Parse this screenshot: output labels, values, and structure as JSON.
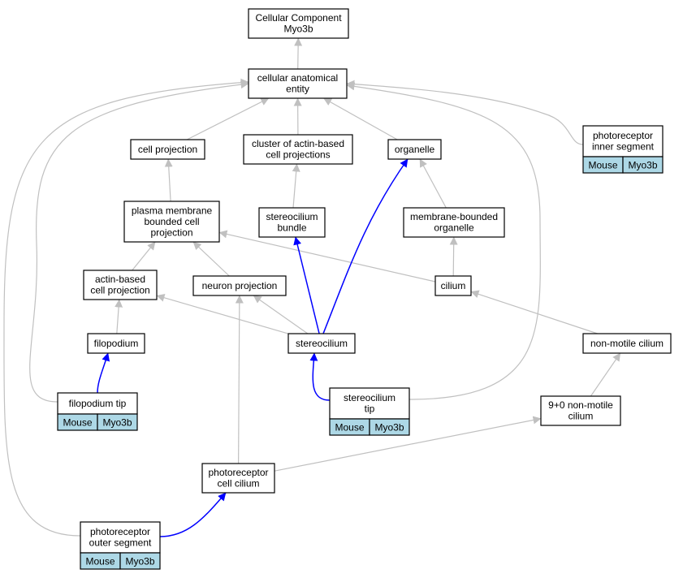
{
  "colors": {
    "edge_default": "#c0c0c0",
    "edge_highlight": "#0000ff",
    "node_fill": "#ffffff",
    "tag_fill": "#add8e6",
    "border": "#000000"
  },
  "nodes": [
    {
      "id": "root",
      "lines": [
        "Cellular Component",
        "Myo3b"
      ]
    },
    {
      "id": "cae",
      "lines": [
        "cellular anatomical",
        "entity"
      ]
    },
    {
      "id": "cellproj",
      "lines": [
        "cell projection"
      ]
    },
    {
      "id": "cluster",
      "lines": [
        "cluster of actin-based",
        "cell projections"
      ]
    },
    {
      "id": "organelle",
      "lines": [
        "organelle"
      ]
    },
    {
      "id": "pris",
      "lines": [
        "photoreceptor",
        "inner segment"
      ],
      "tags": [
        "Mouse",
        "Myo3b"
      ]
    },
    {
      "id": "pmbcp",
      "lines": [
        "plasma membrane",
        "bounded cell",
        "projection"
      ]
    },
    {
      "id": "scbundle",
      "lines": [
        "stereocilium",
        "bundle"
      ]
    },
    {
      "id": "mbo",
      "lines": [
        "membrane-bounded",
        "organelle"
      ]
    },
    {
      "id": "abcp",
      "lines": [
        "actin-based",
        "cell projection"
      ]
    },
    {
      "id": "neuronproj",
      "lines": [
        "neuron projection"
      ]
    },
    {
      "id": "cilium",
      "lines": [
        "cilium"
      ]
    },
    {
      "id": "filopodium",
      "lines": [
        "filopodium"
      ]
    },
    {
      "id": "stereocilium",
      "lines": [
        "stereocilium"
      ]
    },
    {
      "id": "nmcilium",
      "lines": [
        "non-motile cilium"
      ]
    },
    {
      "id": "filotip",
      "lines": [
        "filopodium tip"
      ],
      "tags": [
        "Mouse",
        "Myo3b"
      ]
    },
    {
      "id": "sctip",
      "lines": [
        "stereocilium",
        "tip"
      ],
      "tags": [
        "Mouse",
        "Myo3b"
      ]
    },
    {
      "id": "ninezero",
      "lines": [
        "9+0 non-motile",
        "cilium"
      ]
    },
    {
      "id": "prcc",
      "lines": [
        "photoreceptor",
        "cell cilium"
      ]
    },
    {
      "id": "pros",
      "lines": [
        "photoreceptor",
        "outer segment"
      ],
      "tags": [
        "Mouse",
        "Myo3b"
      ]
    }
  ],
  "edges": [
    {
      "from": "cae",
      "to": "root",
      "kind": "default"
    },
    {
      "from": "cellproj",
      "to": "cae",
      "kind": "default"
    },
    {
      "from": "cluster",
      "to": "cae",
      "kind": "default"
    },
    {
      "from": "organelle",
      "to": "cae",
      "kind": "default"
    },
    {
      "from": "pris",
      "to": "cae",
      "kind": "default"
    },
    {
      "from": "pmbcp",
      "to": "cellproj",
      "kind": "default"
    },
    {
      "from": "scbundle",
      "to": "cluster",
      "kind": "default"
    },
    {
      "from": "mbo",
      "to": "organelle",
      "kind": "default"
    },
    {
      "from": "abcp",
      "to": "pmbcp",
      "kind": "default"
    },
    {
      "from": "neuronproj",
      "to": "pmbcp",
      "kind": "default"
    },
    {
      "from": "cilium",
      "to": "pmbcp",
      "kind": "default"
    },
    {
      "from": "cilium",
      "to": "mbo",
      "kind": "default"
    },
    {
      "from": "filopodium",
      "to": "abcp",
      "kind": "default"
    },
    {
      "from": "stereocilium",
      "to": "abcp",
      "kind": "default"
    },
    {
      "from": "stereocilium",
      "to": "neuronproj",
      "kind": "default"
    },
    {
      "from": "stereocilium",
      "to": "scbundle",
      "kind": "highlight"
    },
    {
      "from": "stereocilium",
      "to": "organelle",
      "kind": "highlight"
    },
    {
      "from": "nmcilium",
      "to": "cilium",
      "kind": "default"
    },
    {
      "from": "filotip",
      "to": "filopodium",
      "kind": "highlight"
    },
    {
      "from": "filotip",
      "to": "cae",
      "kind": "default"
    },
    {
      "from": "sctip",
      "to": "stereocilium",
      "kind": "highlight"
    },
    {
      "from": "sctip",
      "to": "cae",
      "kind": "default"
    },
    {
      "from": "ninezero",
      "to": "nmcilium",
      "kind": "default"
    },
    {
      "from": "prcc",
      "to": "neuronproj",
      "kind": "default"
    },
    {
      "from": "prcc",
      "to": "ninezero",
      "kind": "default"
    },
    {
      "from": "pros",
      "to": "prcc",
      "kind": "highlight"
    },
    {
      "from": "pros",
      "to": "cae",
      "kind": "default"
    }
  ]
}
